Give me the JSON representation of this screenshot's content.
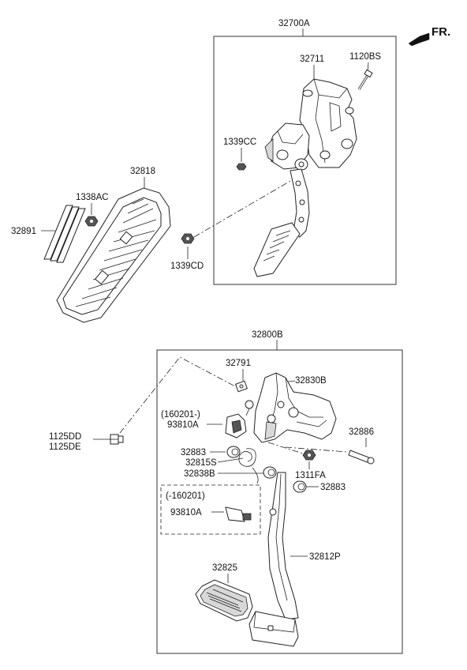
{
  "labels": {
    "assembly_upper": "32700A",
    "fr": "FR.",
    "p32711": "32711",
    "p1120BS": "1120BS",
    "p1339CC": "1339CC",
    "p32818": "32818",
    "p1338AC": "1338AC",
    "p32891": "32891",
    "p1339CD": "1339CD",
    "assembly_lower": "32800B",
    "p32791": "32791",
    "p32830B": "32830B",
    "date_from": "(160201-)",
    "p93810A_new": "93810A",
    "p1125DD": "1125DD",
    "p1125DE": "1125DE",
    "p32883_a": "32883",
    "p32815S": "32815S",
    "p32838B": "32838B",
    "p32886": "32886",
    "p1311FA": "1311FA",
    "p32883_b": "32883",
    "date_until": "(-160201)",
    "p93810A_old": "93810A",
    "p32825": "32825",
    "p32812P": "32812P"
  }
}
